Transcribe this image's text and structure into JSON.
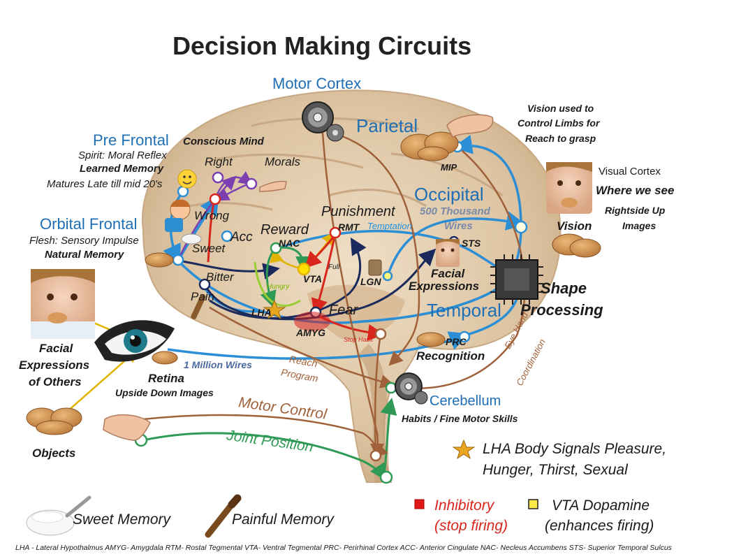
{
  "title": "Decision Making Circuits",
  "regions": {
    "motor_cortex": "Motor Cortex",
    "parietal": "Parietal",
    "pre_frontal": "Pre Frontal",
    "orbital_frontal": "Orbital Frontal",
    "occipital": "Occipital",
    "temporal": "Temporal",
    "cerebellum": "Cerebellum"
  },
  "labels": {
    "pre_frontal_sub1": "Spirit: Moral Reflex",
    "pre_frontal_sub2": "Learned Memory",
    "pre_frontal_sub3": "Matures Late till mid 20's",
    "orbital_sub1": "Flesh: Sensory Impulse",
    "orbital_sub2": "Natural Memory",
    "conscious_mind": "Conscious Mind",
    "right": "Right",
    "morals": "Morals",
    "wrong": "Wrong",
    "sweet": "Sweet",
    "acc": "Acc",
    "reward": "Reward",
    "nac": "NAC",
    "punishment": "Punishment",
    "rmt": "RMT",
    "vta": "VTA",
    "full": "Full",
    "hungry": "Hungry",
    "bitter": "Bitter",
    "pain": "Pain",
    "lha": "LHA",
    "fear": "Fear",
    "amyg": "AMYG",
    "stop_habit": "Stop Habit",
    "lgn": "LGN",
    "temptation": "Temptation",
    "thousand_wires_1": "500 Thousand",
    "thousand_wires_2": "Wires",
    "sts": "STS",
    "facial_expr_1": "Facial",
    "facial_expr_2": "Expressions",
    "shape_1": "Shape",
    "shape_2": "Processing",
    "mip": "MIP",
    "vision_limbs_1": "Vision used to",
    "vision_limbs_2": "Control Limbs for",
    "vision_limbs_3": "Reach to grasp",
    "visual_cortex": "Visual Cortex",
    "where_we_see": "Where we see",
    "rightside_1": "Rightside Up",
    "rightside_2": "Images",
    "vision": "Vision",
    "prc": "PRC",
    "recognition": "Recognition",
    "eye_hand_1": "Eye Hand",
    "eye_hand_2": "Coordination",
    "reach": "Reach",
    "program": "Program",
    "million_wires": "1 Million Wires",
    "retina": "Retina",
    "upside_down": "Upside Down Images",
    "facial_others_1": "Facial",
    "facial_others_2": "Expressions",
    "facial_others_3": "of Others",
    "objects": "Objects",
    "habits": "Habits / Fine Motor Skills",
    "motor_control": "Motor Control",
    "joint_position": "Joint Position"
  },
  "legend": {
    "lha_star_1": "LHA Body Signals Pleasure,",
    "lha_star_2": "Hunger, Thirst, Sexual",
    "inhibitory_1": "Inhibitory",
    "inhibitory_2": "(stop firing)",
    "vta_dopamine_1": "VTA Dopamine",
    "vta_dopamine_2": "(enhances firing)",
    "sweet_memory": "Sweet Memory",
    "painful_memory": "Painful Memory"
  },
  "footer": "LHA - Lateral Hypothalmus  AMYG- Amygdala  RTM- Rostal Tegmental  VTA- Ventral Tegmental  PRC- Perirhinal Cortex  ACC- Anterior Cingulate  NAC- Necleus Accumbens  STS- Superior Temporal Sulcus",
  "colors": {
    "region_blue": "#1f6fb5",
    "wire_blue": "#2c8fd6",
    "navy": "#1b2a5c",
    "green": "#2f9a56",
    "red": "#d9261c",
    "brown": "#a0613a",
    "purple": "#7b3fb0",
    "dopamine_yellow": "#ffe000"
  },
  "icons": [
    "gear-icon",
    "cookie-icon",
    "hand-icon",
    "eye-icon",
    "star-icon",
    "chip-icon",
    "spoon-icon",
    "stick-icon",
    "emoji-icon"
  ]
}
